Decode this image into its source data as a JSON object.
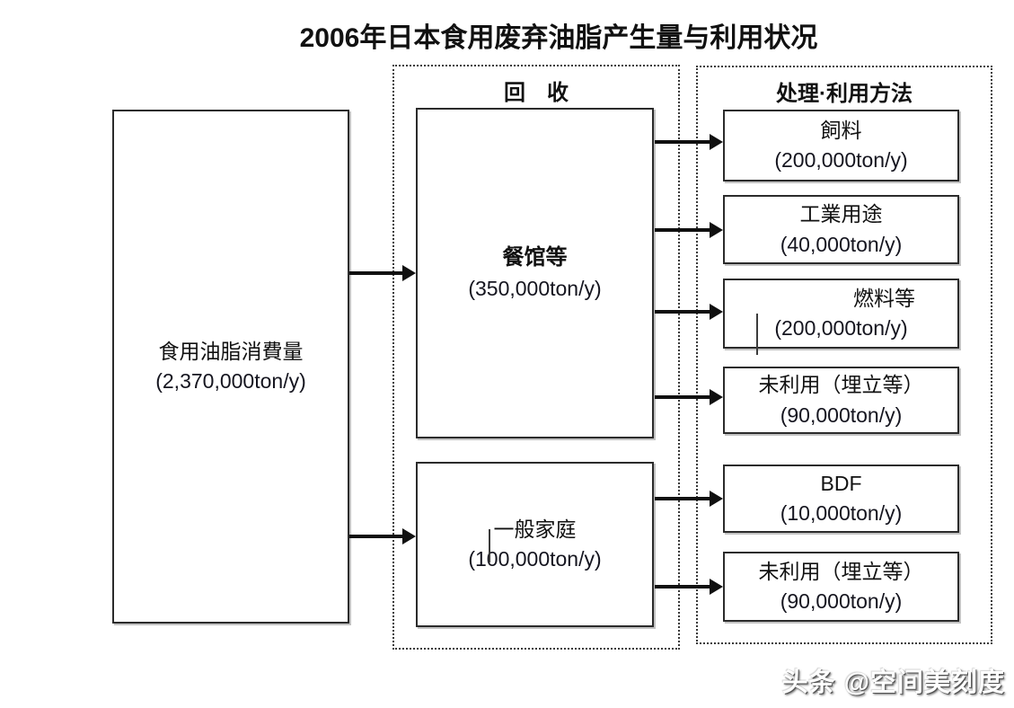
{
  "title": "2006年日本食用废弃油脂产生量与利用状况",
  "source_box": {
    "label": "食用油脂消費量",
    "value": "(2,370,000ton/y)"
  },
  "recovery": {
    "header": "回　收",
    "boxes": [
      {
        "label": "餐馆等",
        "value": "(350,000ton/y)"
      },
      {
        "label": "一般家庭",
        "value": "(100,000ton/y)"
      }
    ]
  },
  "treatment": {
    "header": "处理·利用方法",
    "boxes": [
      {
        "label": "飼料",
        "value": "(200,000ton/y)"
      },
      {
        "label": "工業用途",
        "value": "(40,000ton/y)"
      },
      {
        "label": "燃料等",
        "value": "(200,000ton/y)"
      },
      {
        "label": "未利用（埋立等）",
        "value": "(90,000ton/y)"
      },
      {
        "label": "BDF",
        "value": "(10,000ton/y)"
      },
      {
        "label": "未利用（埋立等）",
        "value": "(90,000ton/y)"
      }
    ]
  },
  "watermark": "头条 @空间美刻度",
  "colors": {
    "line": "#101010",
    "background": "#ffffff",
    "border": "#2b2b2b"
  }
}
